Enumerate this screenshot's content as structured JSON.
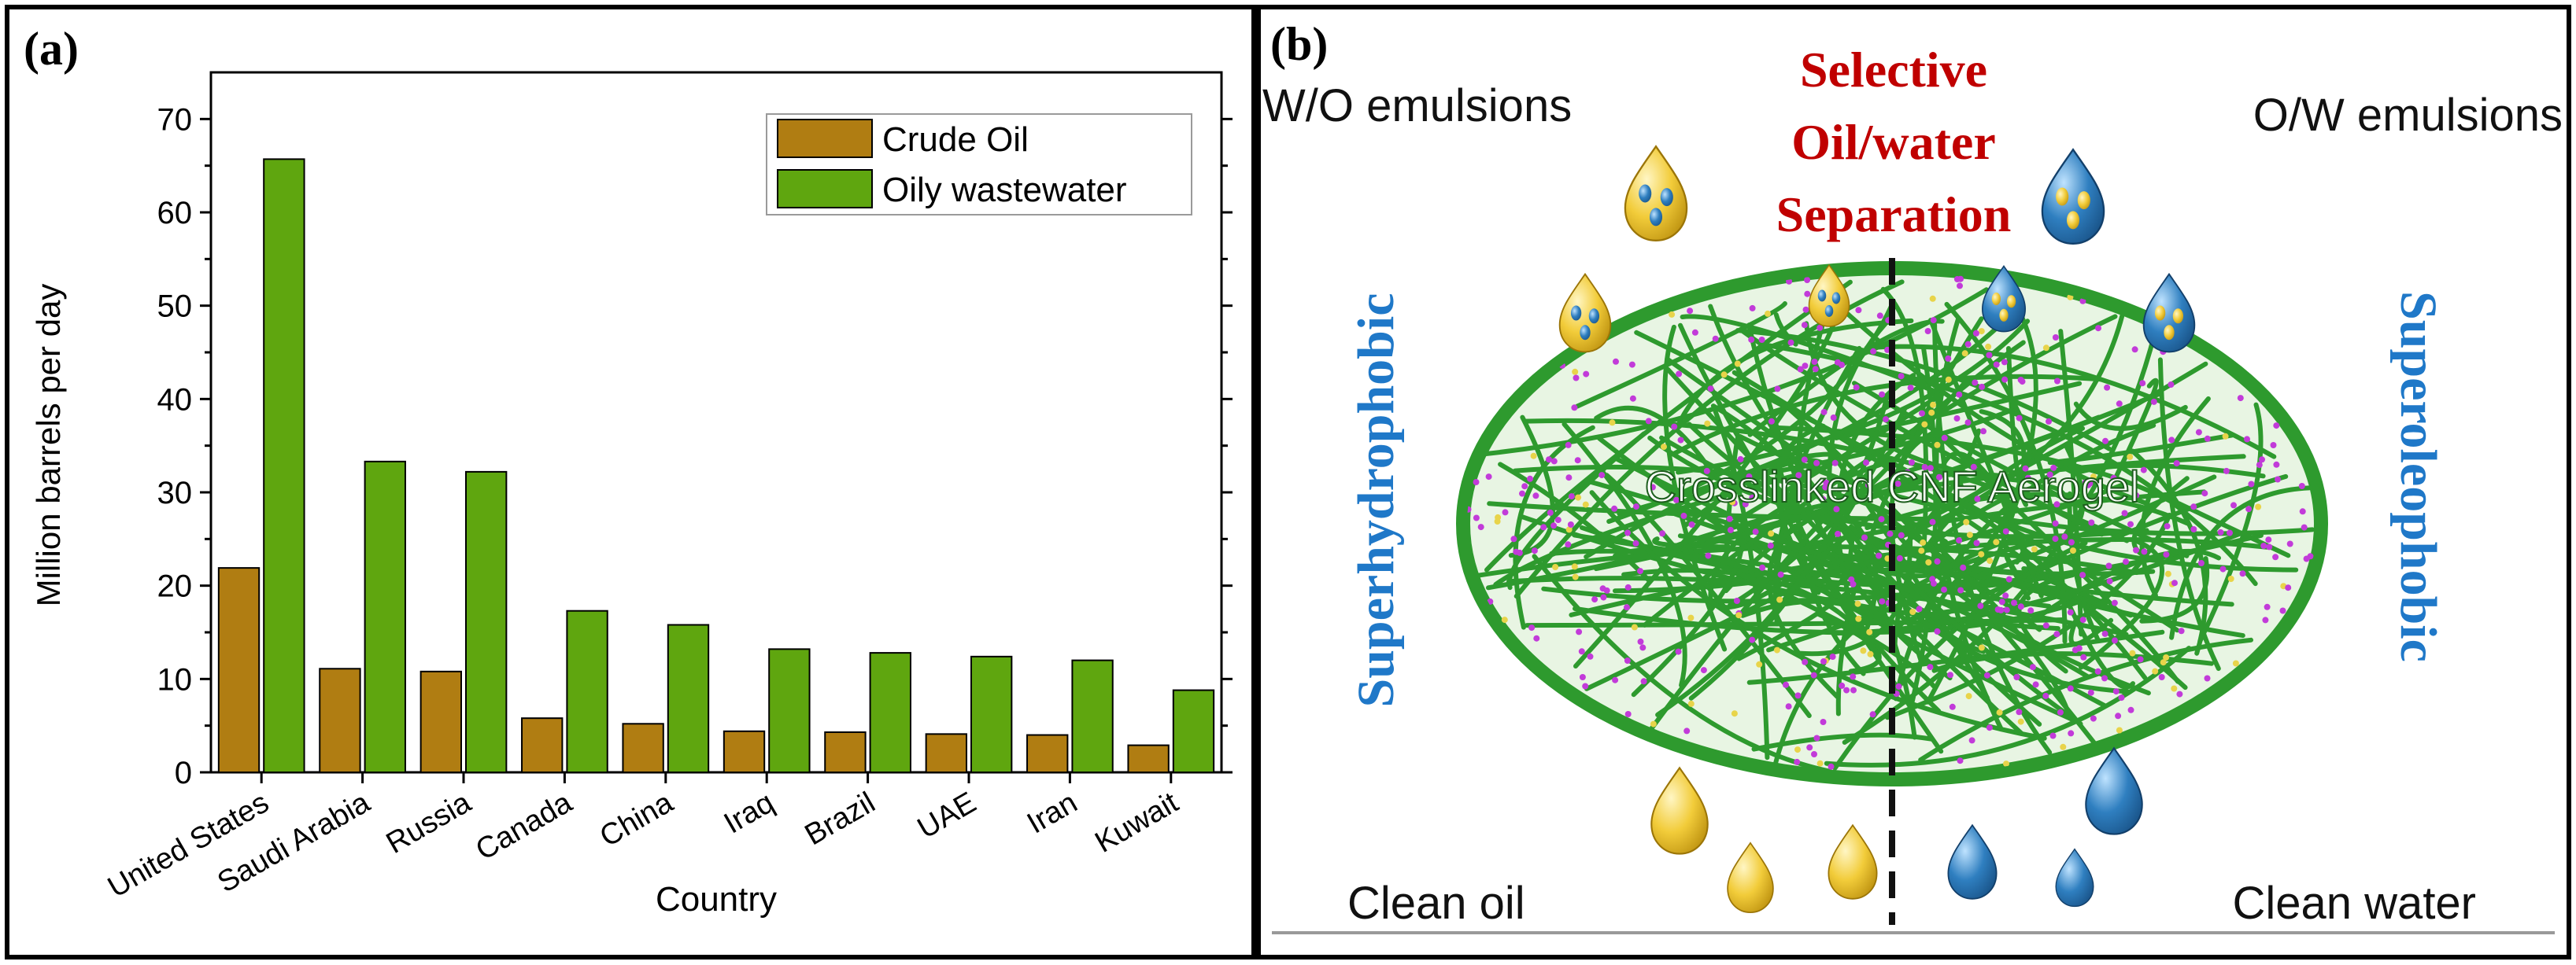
{
  "panel_a": {
    "letter": "(a)",
    "chart_data": {
      "type": "bar",
      "categories": [
        "United States",
        "Saudi Arabia",
        "Russia",
        "Canada",
        "China",
        "Iraq",
        "Brazil",
        "UAE",
        "Iran",
        "Kuwait"
      ],
      "series": [
        {
          "name": "Crude Oil",
          "color": "#b07d12",
          "values": [
            21.9,
            11.1,
            10.8,
            5.8,
            5.2,
            4.4,
            4.3,
            4.1,
            4.0,
            2.9
          ]
        },
        {
          "name": "Oily wastewater",
          "color": "#5fa60f",
          "values": [
            65.7,
            33.3,
            32.2,
            17.3,
            15.8,
            13.2,
            12.8,
            12.4,
            12.0,
            8.8
          ]
        }
      ],
      "xlabel": "Country",
      "ylabel": "Million barrels per day",
      "ylim": [
        0,
        75
      ],
      "yticks": [
        0,
        10,
        20,
        30,
        40,
        50,
        60,
        70
      ],
      "grid": false,
      "legend": "top-right"
    }
  },
  "panel_b": {
    "letter": "(b)",
    "top_left_label": "W/O emulsions",
    "top_right_label": "O/W emulsions",
    "center_title": [
      "Selective",
      "Oil/water",
      "Separation"
    ],
    "left_side_label": "Superhydrophobic",
    "right_side_label": "Superoleophobic",
    "aerogel_label": "Crosslinked CNF Aerogel",
    "bottom_left_label": "Clean oil",
    "bottom_right_label": "Clean water",
    "colors": {
      "oil": "#f2cc3a",
      "water": "#2f7fc0",
      "fiber": "#2e9a2e",
      "particle": "#c23bd9"
    }
  }
}
